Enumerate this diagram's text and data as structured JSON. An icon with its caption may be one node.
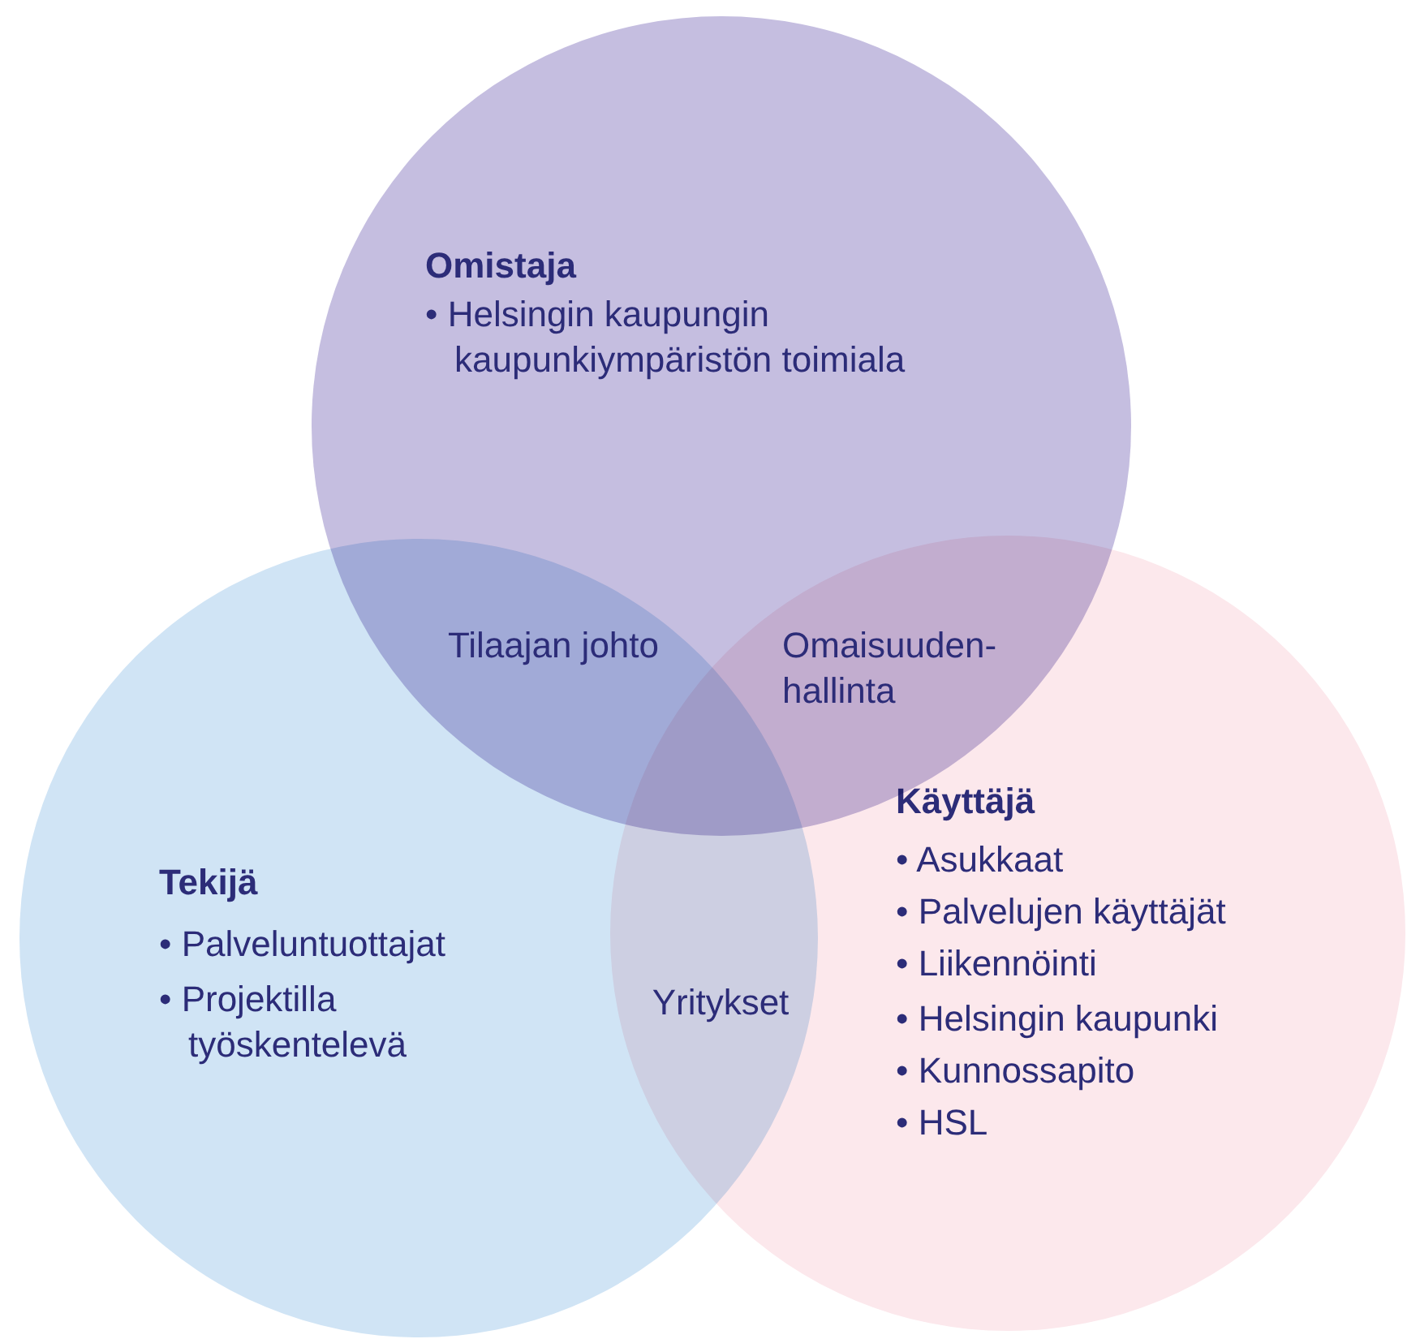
{
  "diagram": {
    "nodes": [
      {
        "text": [
          "Omistaja",
          "• Helsingin kaupungin kaupunkiympäristön toimiala"
        ]
      },
      {
        "text": [
          "Tekijä",
          "• Palveluntuottajat",
          "• Projektilla työskentelevä"
        ]
      },
      {
        "text": [
          "Käyttäjä",
          "• Asukkaat",
          "• Palvelujen käyttäjät",
          "• Liikennöinti",
          "• Helsingin kaupunki",
          "• Kunnossapito",
          "• HSL"
        ]
      }
    ],
    "edges": [],
    "labels": [
      "Tilaajan johto",
      "Omaisuuden- hallinta",
      "Yritykset"
    ]
  }
}
